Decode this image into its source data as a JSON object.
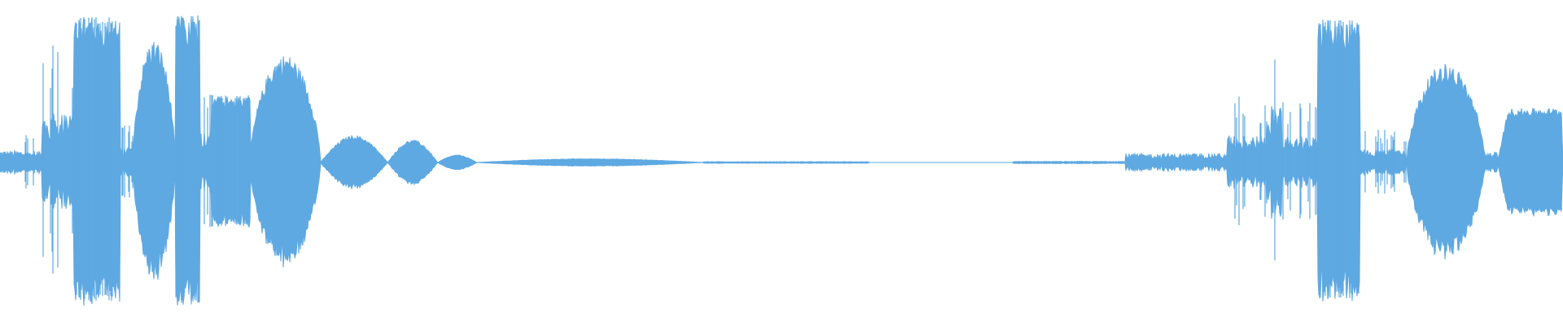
{
  "waveform": {
    "color": "#5ea9e2",
    "background": "#ffffff",
    "segments": [
      {
        "from": 0.0,
        "to": 0.016,
        "level": 0.08,
        "mode": "noise"
      },
      {
        "from": 0.016,
        "to": 0.027,
        "level": 0.2,
        "mode": "spiky"
      },
      {
        "from": 0.027,
        "to": 0.047,
        "level": 0.82,
        "mode": "spiky"
      },
      {
        "from": 0.047,
        "to": 0.077,
        "level": 0.97,
        "mode": "dense"
      },
      {
        "from": 0.077,
        "to": 0.085,
        "level": 0.25,
        "mode": "spiky"
      },
      {
        "from": 0.085,
        "to": 0.112,
        "level": 0.82,
        "mode": "swell"
      },
      {
        "from": 0.112,
        "to": 0.128,
        "level": 0.98,
        "mode": "dense"
      },
      {
        "from": 0.128,
        "to": 0.135,
        "level": 0.55,
        "mode": "spiky"
      },
      {
        "from": 0.135,
        "to": 0.16,
        "level": 0.45,
        "mode": "dense"
      },
      {
        "from": 0.16,
        "to": 0.205,
        "level": 0.72,
        "mode": "swell"
      },
      {
        "from": 0.205,
        "to": 0.248,
        "level": 0.18,
        "mode": "lobe"
      },
      {
        "from": 0.248,
        "to": 0.28,
        "level": 0.15,
        "mode": "lobe"
      },
      {
        "from": 0.28,
        "to": 0.305,
        "level": 0.05,
        "mode": "lobe"
      },
      {
        "from": 0.305,
        "to": 0.45,
        "level": 0.025,
        "mode": "lobe"
      },
      {
        "from": 0.45,
        "to": 0.556,
        "level": 0.006,
        "mode": "faint"
      },
      {
        "from": 0.556,
        "to": 0.648,
        "level": 0.0,
        "mode": "silence"
      },
      {
        "from": 0.648,
        "to": 0.72,
        "level": 0.008,
        "mode": "faint"
      },
      {
        "from": 0.72,
        "to": 0.785,
        "level": 0.06,
        "mode": "noise"
      },
      {
        "from": 0.785,
        "to": 0.81,
        "level": 0.45,
        "mode": "spiky"
      },
      {
        "from": 0.81,
        "to": 0.82,
        "level": 0.98,
        "mode": "spiky"
      },
      {
        "from": 0.82,
        "to": 0.843,
        "level": 0.45,
        "mode": "spiky"
      },
      {
        "from": 0.843,
        "to": 0.87,
        "level": 0.95,
        "mode": "dense"
      },
      {
        "from": 0.87,
        "to": 0.9,
        "level": 0.22,
        "mode": "spiky"
      },
      {
        "from": 0.9,
        "to": 0.95,
        "level": 0.66,
        "mode": "swell"
      },
      {
        "from": 0.95,
        "to": 0.958,
        "level": 0.07,
        "mode": "noise"
      },
      {
        "from": 0.958,
        "to": 1.0,
        "level": 0.36,
        "mode": "plateau"
      }
    ]
  }
}
